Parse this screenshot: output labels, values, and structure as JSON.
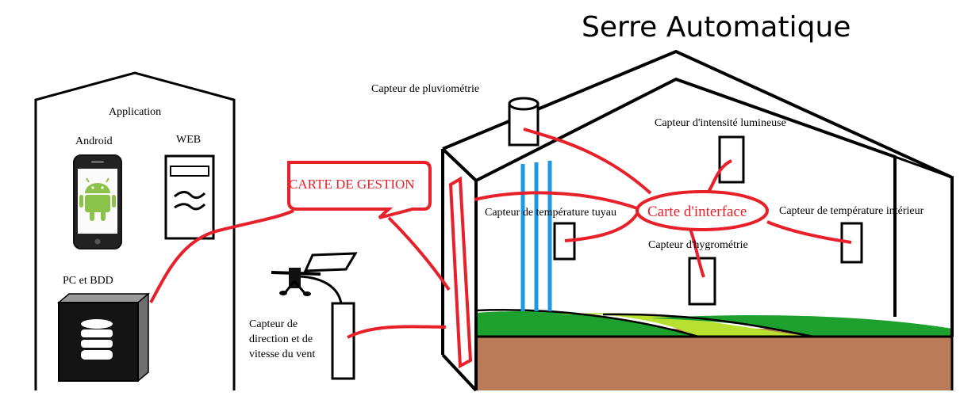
{
  "title": "Serre Automatique",
  "app_box": {
    "title": "Application",
    "android_label": "Android",
    "web_label": "WEB",
    "pc_label": "PC et BDD"
  },
  "carte_gestion": "CARTE DE GESTION",
  "carte_interface": "Carte d'interface",
  "sensors": {
    "pluvio": "Capteur de pluviométrie",
    "lumiere": "Capteur d'intensité lumineuse",
    "temp_tuyau": "Capteur de température tuyau",
    "temp_interieur": "Capteur de température intérieur",
    "hygro": "Capteur d'hygrométrie",
    "vent_line1": "Capteur de",
    "vent_line2": "direction et de",
    "vent_line3": "vitesse du vent"
  },
  "colors": {
    "link_red": "#e8202a",
    "pipe_blue": "#1a9be0",
    "ground_brown": "#b97b58",
    "grass_green": "#1ea02e",
    "grass_light": "#b8e030",
    "android_green": "#8bc34a"
  }
}
